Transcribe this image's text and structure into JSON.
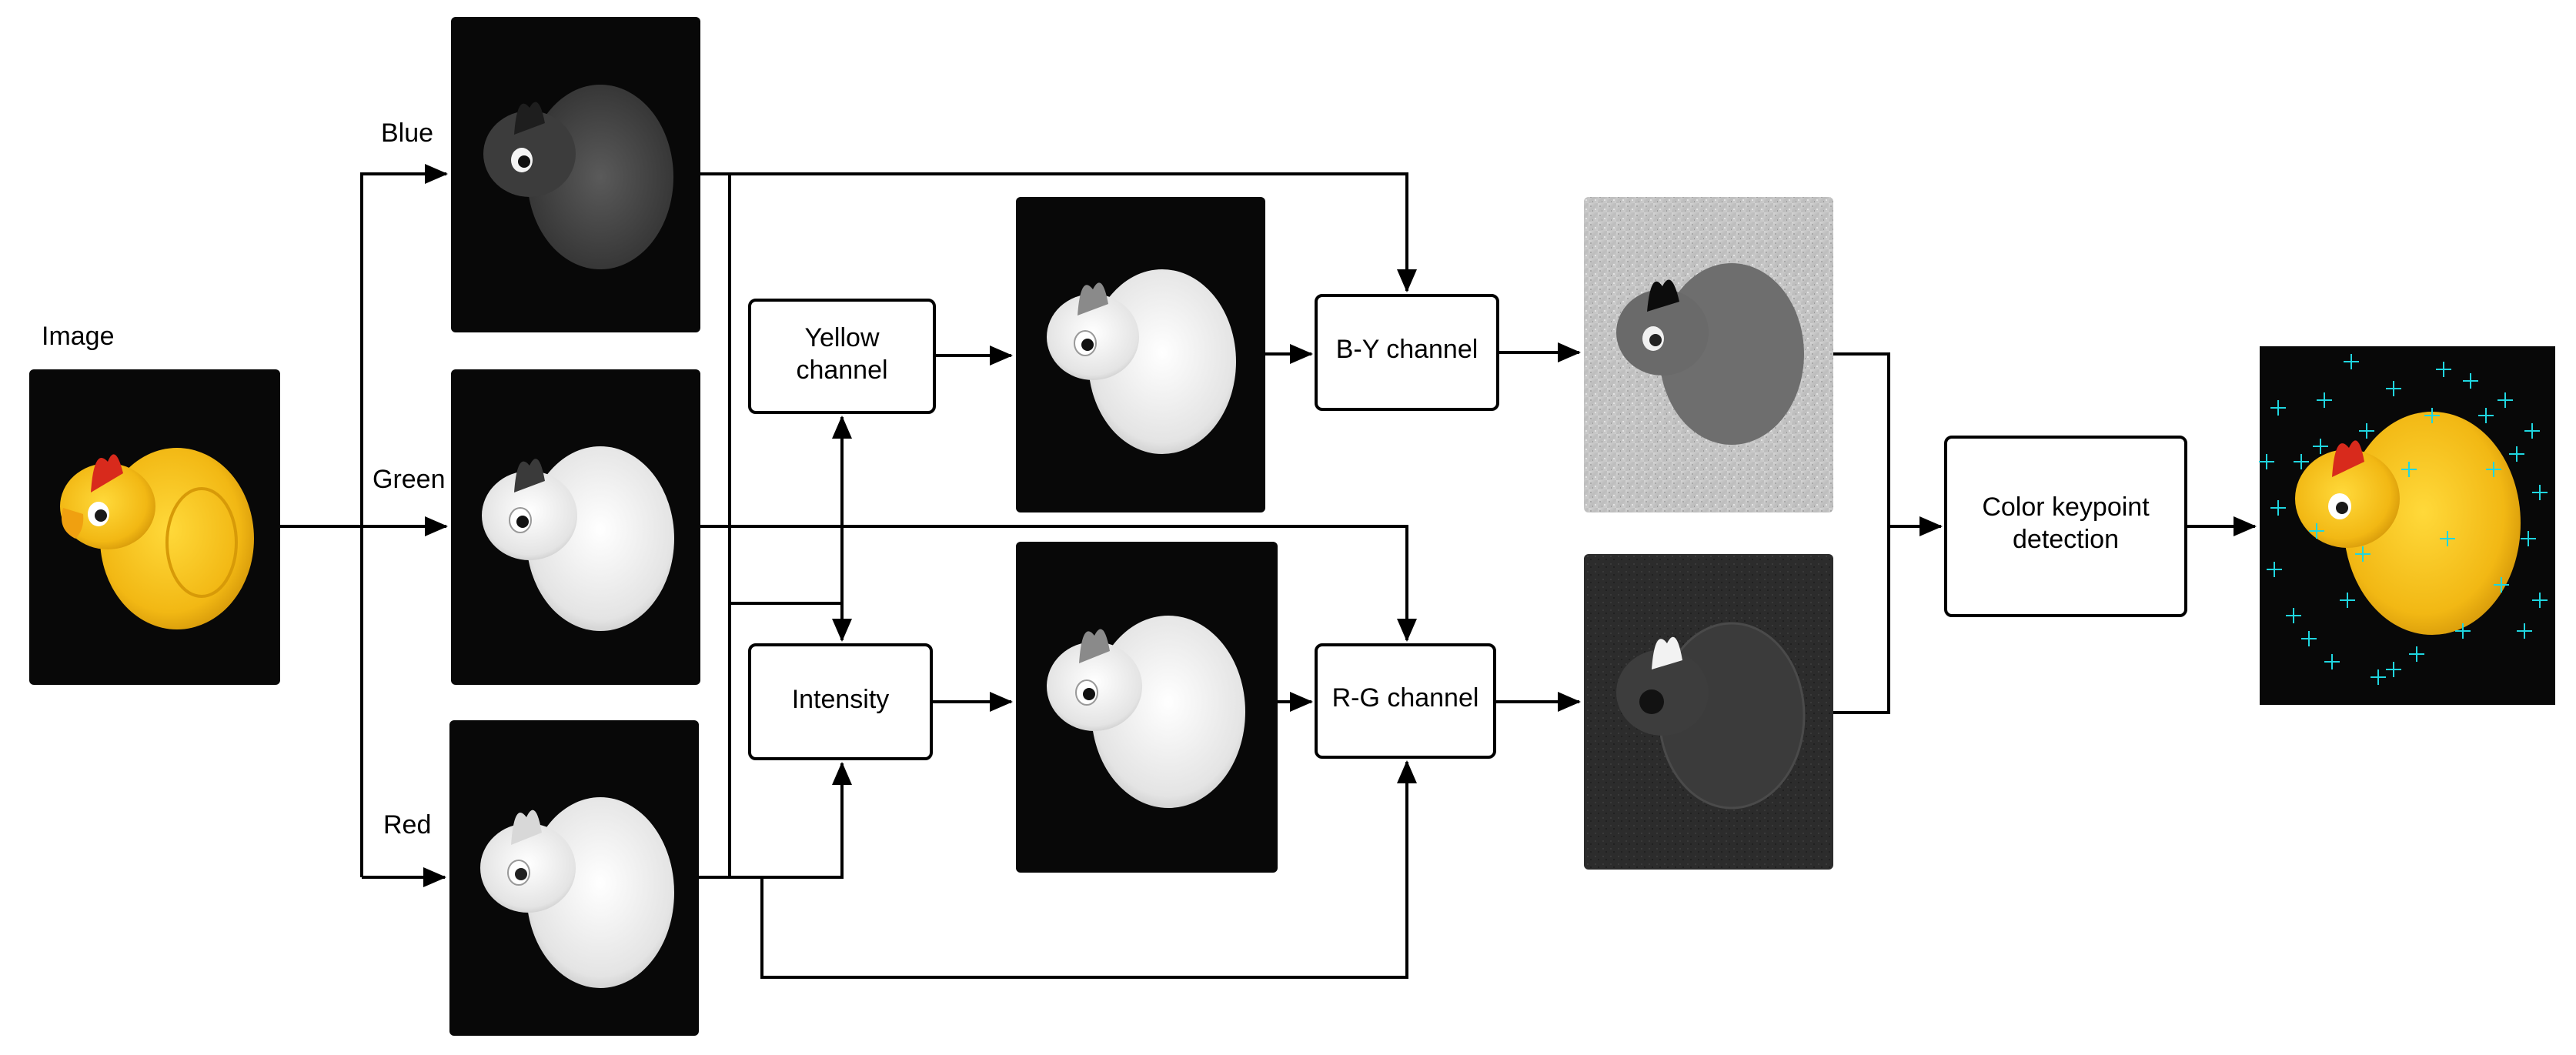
{
  "labels": {
    "image": "Image",
    "blue": "Blue",
    "green": "Green",
    "red": "Red"
  },
  "boxes": {
    "yellow_channel": [
      "Yellow",
      "channel"
    ],
    "intensity": "Intensity",
    "by_channel": "B-Y channel",
    "rg_channel": "R-G channel",
    "color_keypoint_detection": [
      "Color keypoint",
      "detection"
    ]
  },
  "colors": {
    "line": "#000000",
    "panel_background": "#080808",
    "duck_yellow": "#f2c21e",
    "duck_red": "#d82a1c",
    "keypoint_marker": "#1fd6e0"
  }
}
